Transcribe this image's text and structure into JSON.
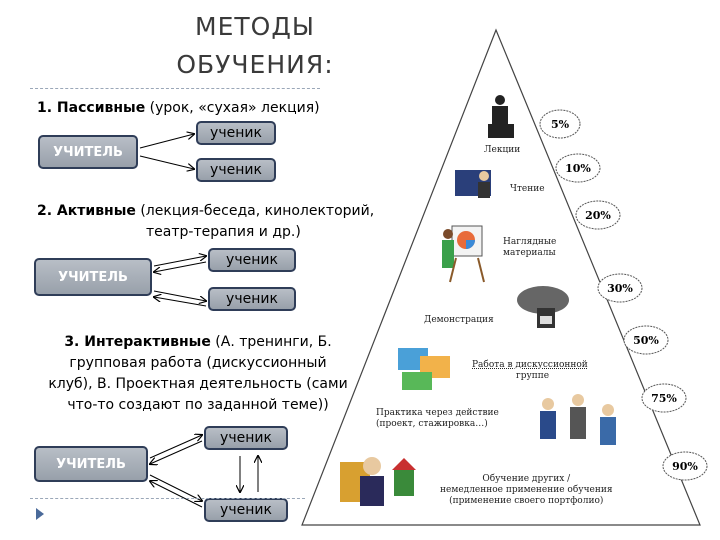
{
  "title": {
    "line1": "МЕТОДЫ",
    "line2": "ОБУЧЕНИЯ:"
  },
  "section1": {
    "heading_bold": "1. Пассивные",
    "heading_rest": " (урок, «сухая» лекция)",
    "teacher": "УЧИТЕЛЬ",
    "student_a": "ученик",
    "student_b": "ученик"
  },
  "section2": {
    "heading_bold": "2. Активные",
    "heading_rest": " (лекция-беседа, кинолекторий,",
    "heading_line2": "театр-терапия и др.)",
    "teacher": "УЧИТЕЛЬ",
    "student_a": "ученик",
    "student_b": "ученик"
  },
  "section3": {
    "heading_bold": "3. Интерактивные",
    "heading_rest": " (А. тренинги, Б.",
    "heading_line2": "групповая работа (дискуссионный",
    "heading_line3": "клуб), В. Проектная деятельность (сами",
    "heading_line4": "что-то создают по заданной теме))",
    "teacher": "УЧИТЕЛЬ",
    "student_a": "ученик",
    "student_b": "ученик"
  },
  "pyramid": {
    "labels": {
      "lectures": "Лекции",
      "reading": "Чтение",
      "visual": "Наглядные",
      "visual2": "материалы",
      "demo": "Демонстрация",
      "group": "Работа в дискуссионной",
      "group2": "группе",
      "practice": "Практика через действие",
      "practice2": "(проект, стажировка…)",
      "teaching": "Обучение других /",
      "teaching2": "немедленное применение обучения",
      "teaching3": "(применение своего портфолио)"
    },
    "percents": [
      "5%",
      "10%",
      "20%",
      "30%",
      "50%",
      "75%",
      "90%"
    ]
  },
  "colors": {
    "box_border": "#2f3d58",
    "box_fill": "#a8aeb7",
    "title": "#3a3a3a"
  }
}
